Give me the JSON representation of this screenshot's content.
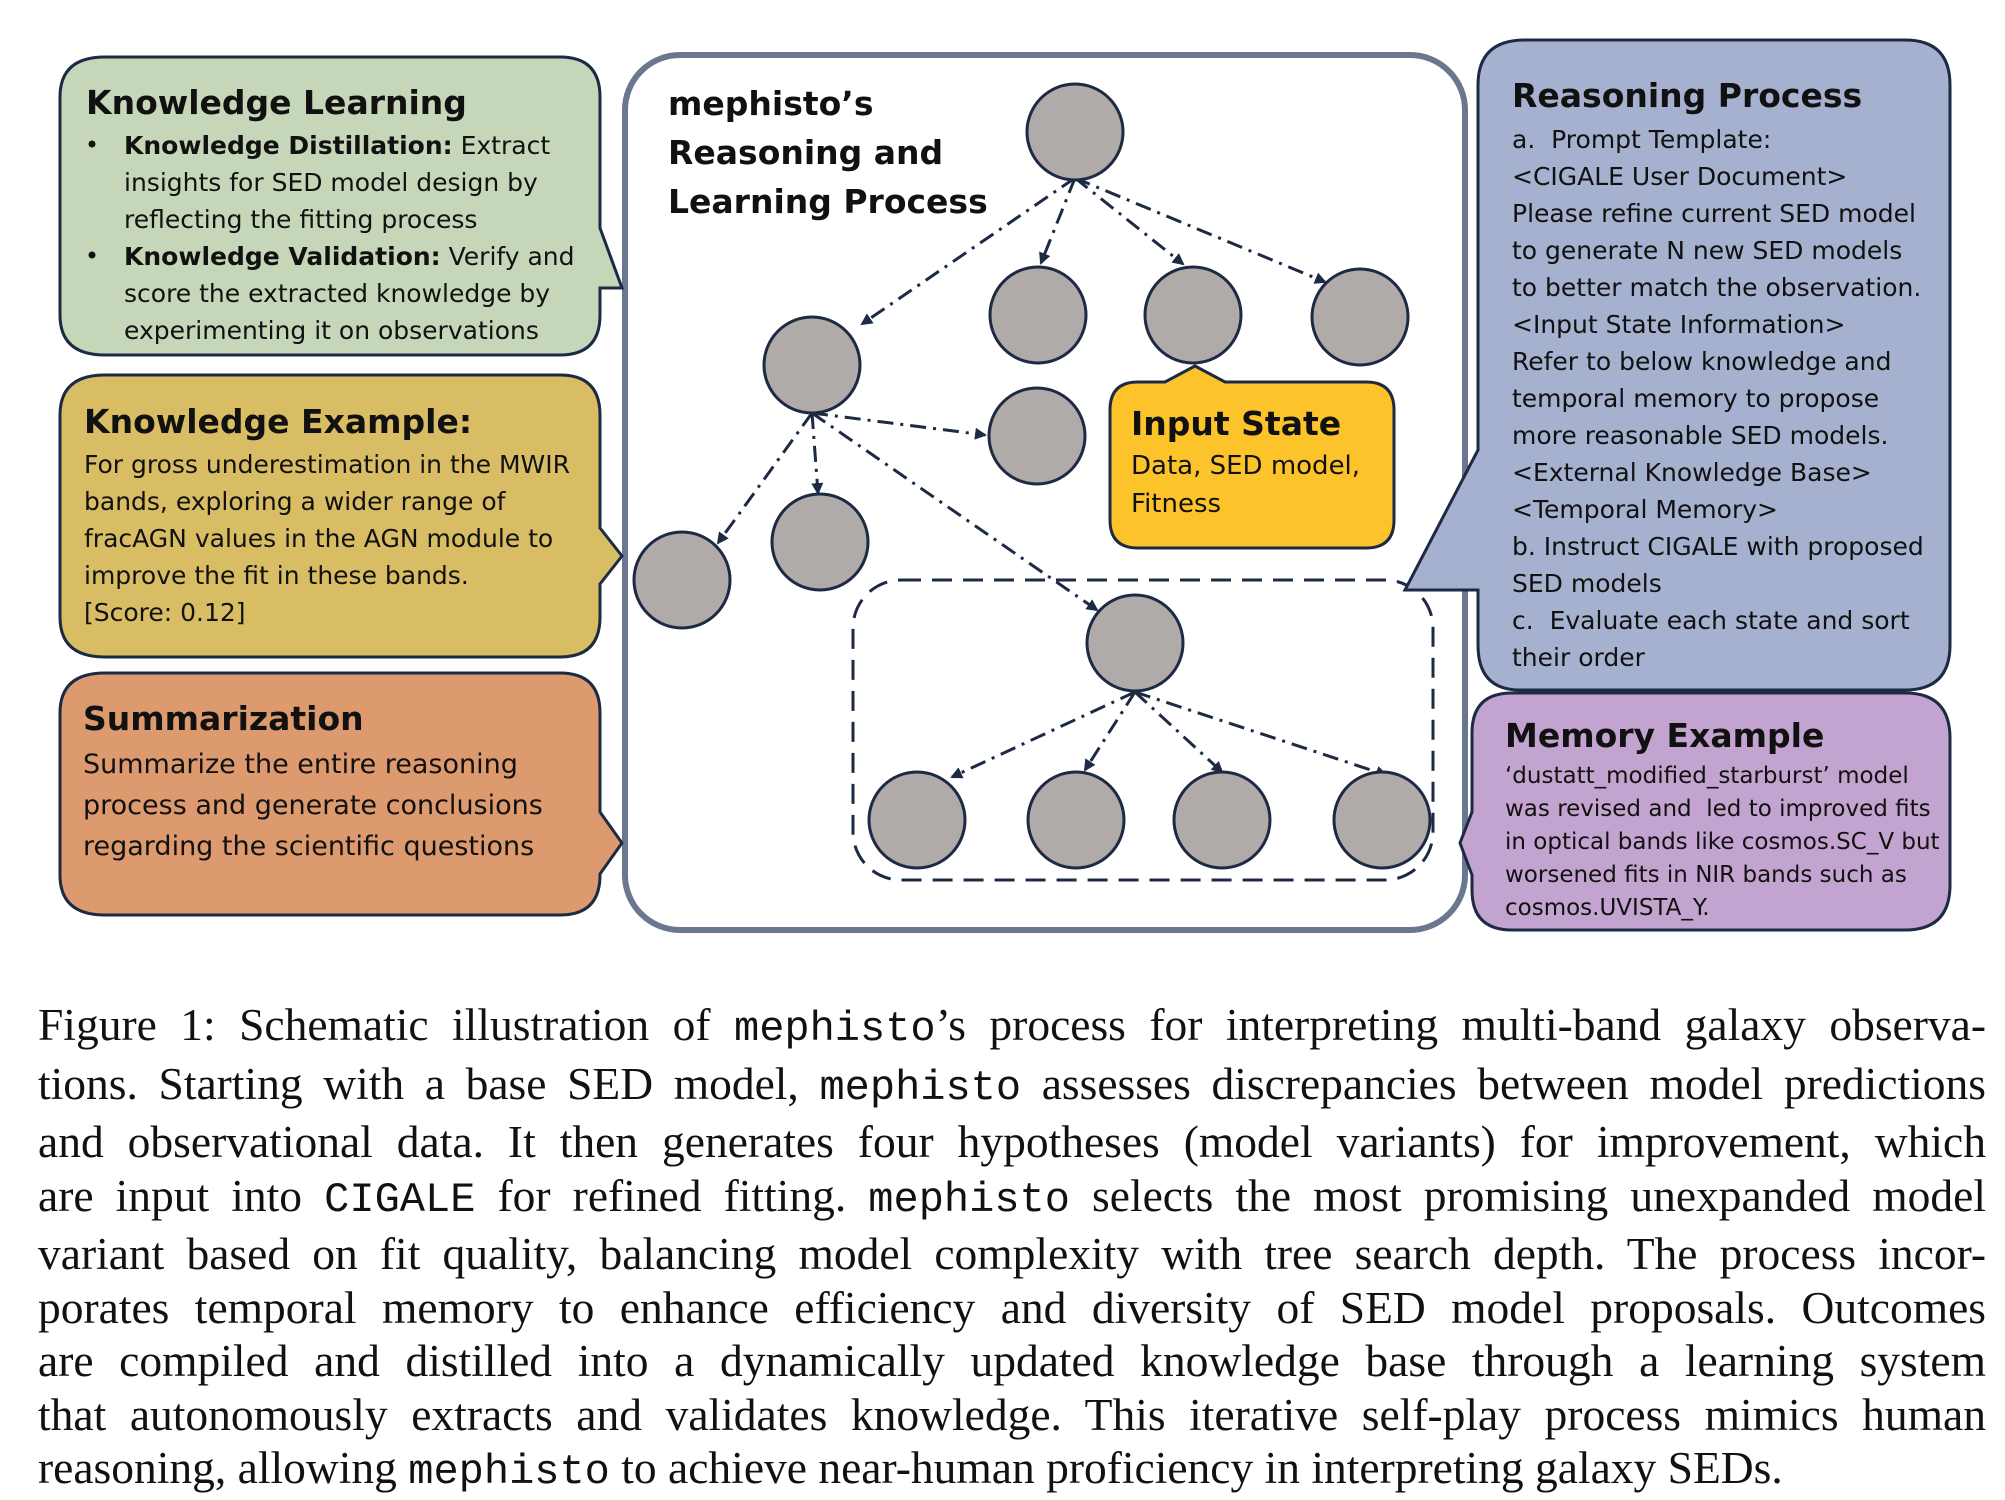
{
  "colors": {
    "knowledge_learning": "#c5d7b8",
    "knowledge_example": "#d9bd64",
    "summarization": "#dd9a6e",
    "reasoning_process": "#a5b1cf",
    "memory_example": "#c3a3cf",
    "input_state": "#fcc42a",
    "node_fill": "#b0aaa8",
    "node_stroke": "#1d2a44",
    "outline": "#1d2a44"
  },
  "center_title": [
    "mephisto’s",
    "Reasoning and",
    "Learning Process"
  ],
  "knowledge_learning": {
    "title": "Knowledge Learning",
    "item1_head": "Knowledge Distillation:",
    "item1_lines": [
      " Extract",
      "insights for SED model design by",
      "reflecting the fitting process"
    ],
    "item2_head": "Knowledge Validation:",
    "item2_lines": [
      " Verify and",
      "score the extracted knowledge by",
      "experimenting it on observations"
    ]
  },
  "knowledge_example": {
    "title": "Knowledge Example:",
    "lines": [
      "For gross underestimation in the MWIR",
      "bands, exploring a wider range of",
      "fracAGN values in the AGN module to",
      "improve the fit in these bands.",
      "[Score: 0.12]"
    ]
  },
  "summarization": {
    "title": "Summarization",
    "lines": [
      "Summarize the entire reasoning",
      "process and generate conclusions",
      "regarding the scientific questions"
    ]
  },
  "input_state": {
    "title": "Input State",
    "lines": [
      "Data, SED model,",
      "Fitness"
    ]
  },
  "reasoning_process": {
    "title": "Reasoning Process",
    "lines": [
      "a.  Prompt Template:",
      "<CIGALE User Document>",
      "Please refine current SED model",
      "to generate N new SED models",
      "to better match the observation.",
      "<Input State Information>",
      "Refer to below knowledge and",
      "temporal memory to propose",
      "more reasonable SED models.",
      "<External Knowledge Base>",
      "<Temporal Memory>",
      "b. Instruct CIGALE with proposed",
      "SED models",
      "c.  Evaluate each state and sort",
      "their order"
    ]
  },
  "memory_example": {
    "title": "Memory Example",
    "lines": [
      "‘dustatt_modified_starburst’ model",
      "was revised and  led to improved fits",
      "in optical bands like cosmos.SC_V but",
      "worsened fits in NIR bands such as",
      "cosmos.UVISTA_Y."
    ]
  },
  "caption": {
    "lines": [
      [
        "Figure 1: Schematic illustration of ",
        "mephisto",
        "’s process for interpreting multi-band galaxy observa-"
      ],
      [
        "tions. Starting with a base SED model, ",
        "mephisto",
        " assesses discrepancies between model predictions"
      ],
      [
        "and observational data. It then generates four hypotheses (model variants) for improvement, which"
      ],
      [
        "are input into ",
        "CIGALE",
        " for refined fitting. ",
        "mephisto",
        " selects the most promising unexpanded model"
      ],
      [
        "variant based on fit quality, balancing model complexity with tree search depth. The process incor-"
      ],
      [
        "porates temporal memory to enhance efficiency and diversity of SED model proposals. Outcomes"
      ],
      [
        "are compiled and distilled into a dynamically updated knowledge base through a learning system"
      ],
      [
        "that autonomously extracts and validates knowledge. This iterative self-play process mimics human"
      ],
      [
        "reasoning, allowing ",
        "mephisto",
        " to achieve near-human proficiency in interpreting galaxy SEDs."
      ]
    ]
  }
}
